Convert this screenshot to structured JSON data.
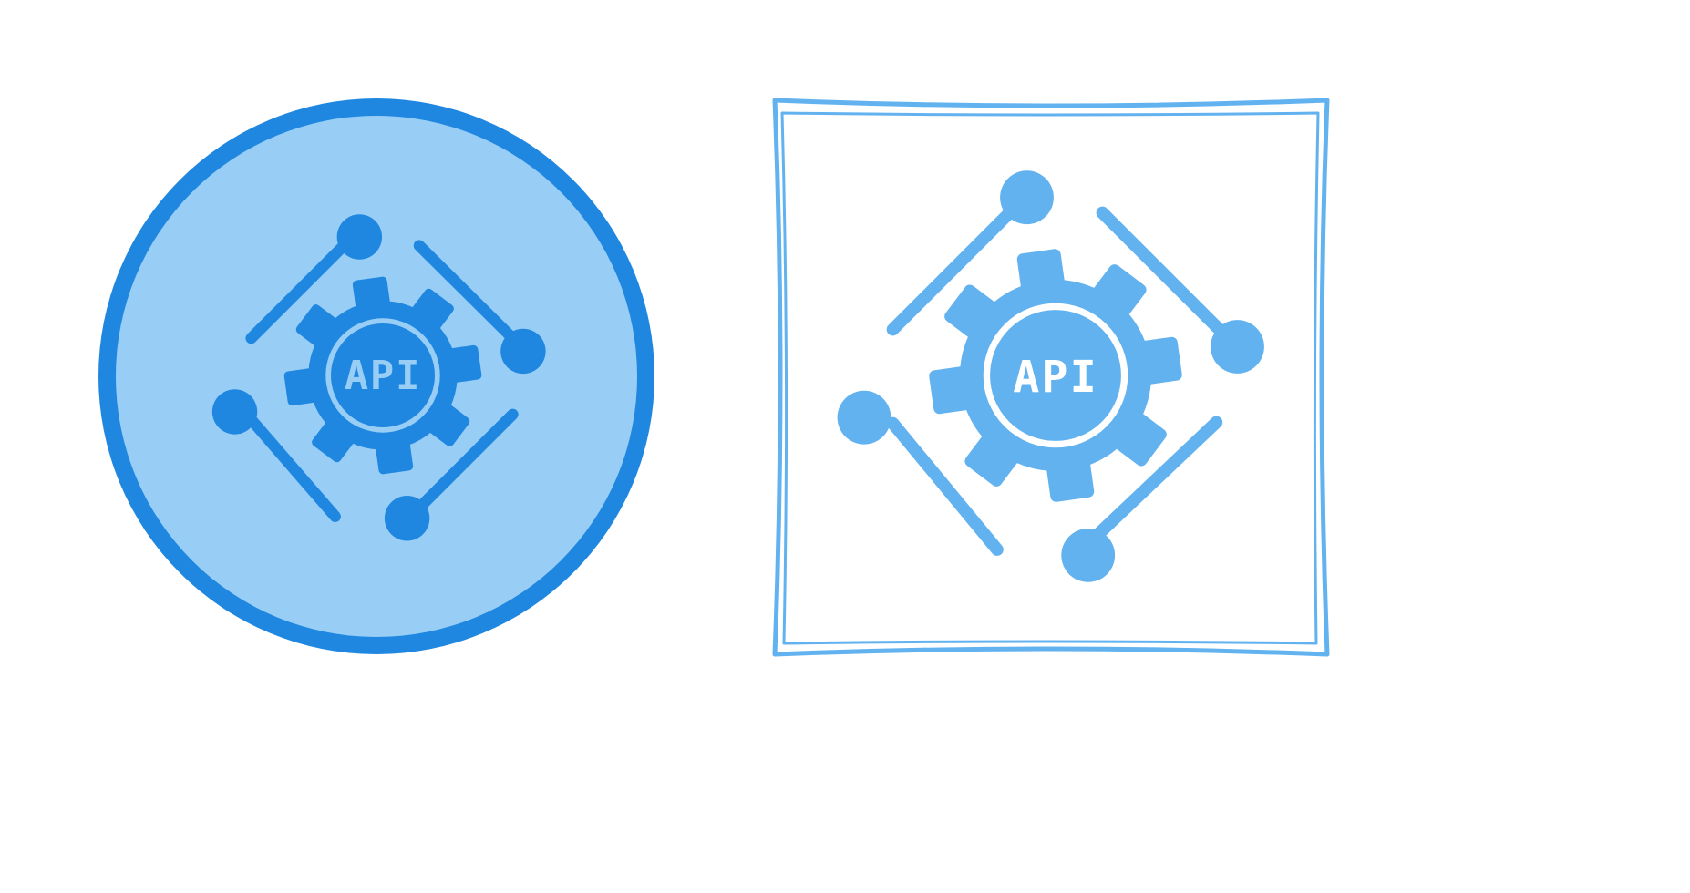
{
  "colors": {
    "background": "#ffffff",
    "circle_fill": "#98cef6",
    "circle_ring": "#1f87e0",
    "glyph_dark": "#1f87e0",
    "glyph_light": "#62b2f0",
    "frame_stroke": "#62b2f0",
    "label_fill": "#ffffff"
  },
  "icons": [
    {
      "name": "api-gear-network-icon",
      "style": "circle-badge",
      "label": "API"
    },
    {
      "name": "api-gear-network-icon",
      "style": "sketch-frame",
      "label": "API"
    }
  ]
}
